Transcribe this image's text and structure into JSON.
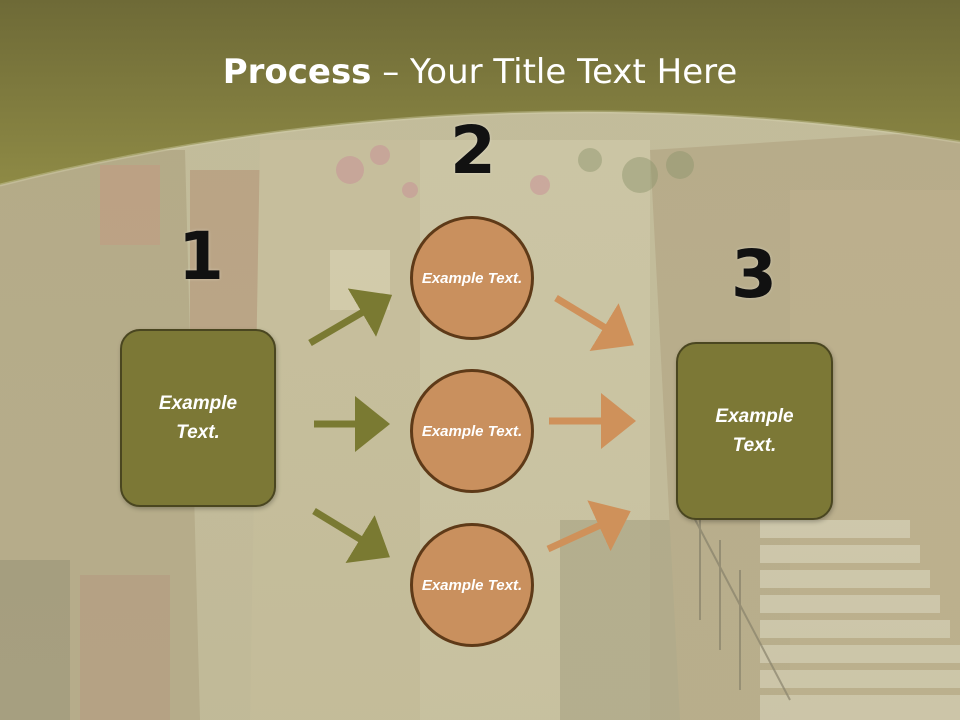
{
  "title": {
    "bold": "Process",
    "rest": " – Your Title Text Here"
  },
  "colors": {
    "header": "#7e7a3c",
    "box": "#7c7836",
    "circle": "#c9905e",
    "arrow_left": "#7a7a32",
    "arrow_right": "#cf915a"
  },
  "steps": [
    {
      "number": "1",
      "line1": "Example",
      "line2": "Text."
    },
    {
      "number": "2"
    },
    {
      "number": "3",
      "line1": "Example",
      "line2": "Text."
    }
  ],
  "circles": [
    {
      "line1": "Example",
      "line2": "Text."
    },
    {
      "line1": "Example",
      "line2": "Text."
    },
    {
      "line1": "Example",
      "line2": "Text."
    }
  ]
}
